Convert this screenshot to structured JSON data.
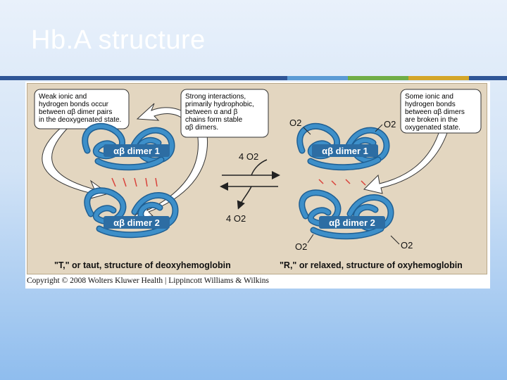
{
  "slide": {
    "title": "Hb.A structure"
  },
  "divider": {
    "colors": [
      "#2f5597",
      "#5b9bd5",
      "#70ad47",
      "#d4a62a",
      "#2f5597"
    ]
  },
  "figure": {
    "callouts": {
      "left": [
        "Weak ionic and",
        "hydrogen bonds occur",
        "between αβ dimer pairs",
        "in the deoxygenated state."
      ],
      "middle": [
        "Strong interactions,",
        "primarily hydrophobic,",
        "between α and β",
        "chains form stable",
        "αβ dimers."
      ],
      "right": [
        "Some ionic and",
        "hydrogen bonds",
        "between αβ dimers",
        "are broken in the",
        "oxygenated state."
      ]
    },
    "dimer_labels": {
      "t_top": "αβ dimer 1",
      "t_bottom": "αβ dimer 2",
      "r_top": "αβ dimer 1",
      "r_bottom": "αβ dimer 2"
    },
    "arrows": {
      "forward": "4 O2",
      "reverse": "4 O2"
    },
    "oxygen_labels": [
      "O2",
      "O2",
      "O2",
      "O2"
    ],
    "captions": {
      "left": "\"T,\" or taut, structure of deoxyhemoglobin",
      "right": "\"R,\" or relaxed, structure of oxyhemoglobin"
    },
    "copyright": "Copyright © 2008 Wolters Kluwer Health | Lippincott Williams & Wilkins",
    "colors": {
      "protein": "#3d8fc9",
      "protein_dark": "#1f5f93",
      "bonds": "#d9423a",
      "panel": "#e3d6c0"
    }
  }
}
